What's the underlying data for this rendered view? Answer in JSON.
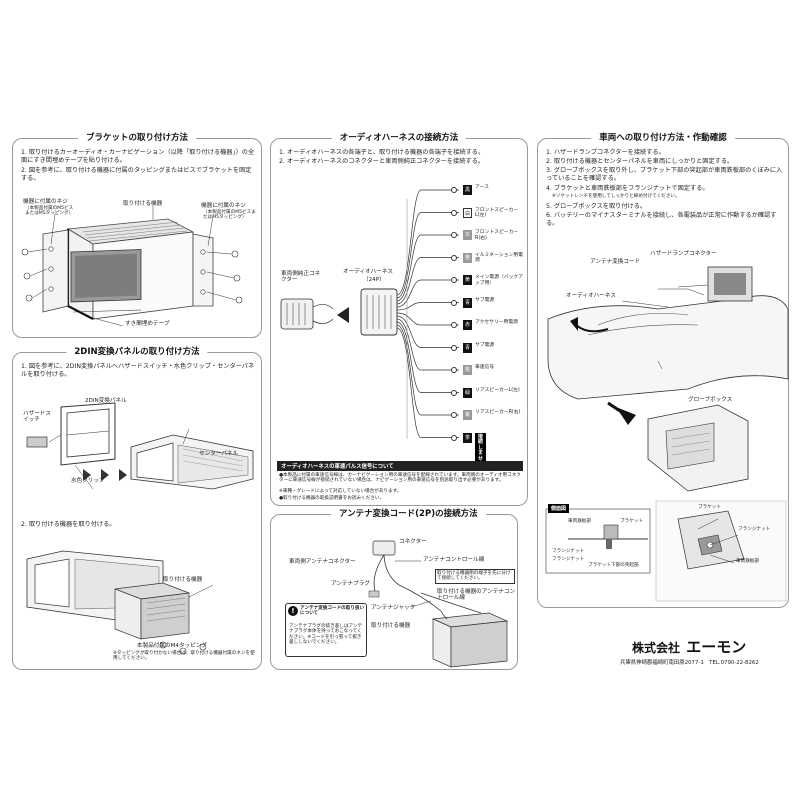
{
  "panel1": {
    "title": "ブラケットの取り付け方法",
    "step1": "1. 取り付けるカーオーディオ・カーナビゲーション（以降「取り付ける機器」）の全面にすき間埋めテープを貼り付ける。",
    "step2": "2. 図を参考に、取り付ける機器に付属のタッピングまたはビスでブラケットを固定する。",
    "labels": {
      "screw_device": "機器に付属のネジ",
      "screw_device_note": "（本製品付属のM5ビスまたはM5タッピング）",
      "device": "取り付ける機器",
      "screw_device2": "機器に付属のネジ",
      "screw_device2_note": "（本製品付属のM5ビスまたはM5タッピング）",
      "gap_tape": "すき間埋めテープ"
    }
  },
  "panel2": {
    "title": "2DIN変換パネルの取り付け方法",
    "step1": "1. 図を参考に、2DIN変換パネルへハザードスイッチ・水色クリップ・センターパネルを取り付ける。",
    "step2": "2. 取り付ける機器を取り付ける。",
    "labels": {
      "hazard": "ハザードスイッチ",
      "panel_2din": "2DIN変換パネル",
      "center_panel": "センターパネル",
      "clip": "水色クリップ",
      "device": "取り付ける機器",
      "tapping": "本製品付属のM4タッピング",
      "tapping_note": "※タッピングが取り付かない場合は、取り付ける機器付属のネジを使用してください。"
    }
  },
  "panel3": {
    "title": "オーディオハーネスの接続方法",
    "step1": "1. オーディオハーネスの各端子と、取り付ける機器の各端子を接続する。",
    "step2": "2. オーディオハーネスのコネクターと車両側純正コネクターを接続する。",
    "harness_label": "オーディオハーネス",
    "harness_pins": "（24P）",
    "vehicle_connector": "車両側純正コネクター",
    "wires": [
      {
        "mark": "黒",
        "label": "アース"
      },
      {
        "mark": "白",
        "label": "フロントスピーカーL(左)"
      },
      {
        "mark": "灰",
        "label": "フロントスピーカーR(右)"
      },
      {
        "mark": "橙",
        "label": "イルミネーション用電源"
      },
      {
        "mark": "黄",
        "label": "メイン電源（バックアップ用）"
      },
      {
        "mark": "青",
        "label": "サブ電源"
      },
      {
        "mark": "赤",
        "label": "アクセサリー用電源"
      },
      {
        "mark": "青",
        "label": "サブ電源"
      },
      {
        "mark": "桃",
        "label": "車速信号"
      },
      {
        "mark": "緑",
        "label": "リアスピーカーL(左)"
      },
      {
        "mark": "紫",
        "label": "リアスピーカーR(右)"
      },
      {
        "mark": "茶",
        "label": "接続しません"
      }
    ],
    "note_title": "オーディオハーネスの車速パルス信号について",
    "notes": [
      "●本製品に付属の車速信号線は、カーナビゲーション用の車速信号を配線されています。車両側のオーディオ用コネクターに車速信号線が接続されていない場合は、ナビゲーション用の車速信号を別途取り出す必要があります。",
      "※車種・グレードによって対応していない場合があります。",
      "●取り付ける機器の取扱説明書をお読みください。"
    ]
  },
  "panel4": {
    "title": "アンテナ変換コード(2P)の接続方法",
    "labels": {
      "connector": "コネクター",
      "vehicle_antenna": "車両側アンテナコネクター",
      "antenna_control": "アンテナコントロール線",
      "antenna_plug": "アンテナプラグ",
      "insulate": "取り付ける機器側の端子を先に分けて接続してください。",
      "antenna_jack": "アンテナジャック",
      "device_antenna_control": "取り付ける機器のアンテナコントロール線",
      "device": "取り付ける機器"
    },
    "caution_title": "アンテナ変換コードの取り扱いについて",
    "caution_text": "アンテナプラグの抜き差しはアンテナプラグ本体を持っておこなってください。※コードを引っ張って抜き差ししないでください。"
  },
  "panel5": {
    "title": "車両への取り付け方法・作動確認",
    "steps": [
      "1. ハザードランプコネクターを接続する。",
      "2. 取り付ける機器とセンターパネルを車両にしっかりと固定する。",
      "3. グローブボックスを取り外し、ブラケット下部の突起部が車両鉄板部のくぼみに入っていることを確認する。",
      "4. ブラケットと車両鉄板部をフランジナットで固定する。",
      "※ソケットレンチを使用してしっかりと締め付けてください。",
      "5. グローブボックスを取り付ける。",
      "6. バッテリーのマイナスターミナルを接続し、各電装品が正常に作動するか確認する。"
    ],
    "labels": {
      "antenna_cord": "アンテナ変換コード",
      "hazard_connector": "ハザードランプコネクター",
      "audio_harness": "オーディオハーネス",
      "glove_box": "グローブボックス",
      "side_view": "側面図",
      "steel": "車両鉄板部",
      "bracket": "ブラケット",
      "flange_nut": "フランジナット",
      "flange_nut2": "フランジナット",
      "projection": "ブラケット下部の突起部",
      "bracket2": "ブラケット",
      "flange_nut3": "フランジナット",
      "steel2": "車両鉄板部"
    }
  },
  "footer": {
    "company": "株式会社",
    "brand": "エーモン",
    "address": "兵庫県神崎郡福崎町南田原2077-1　TEL.0790-22-8262"
  }
}
